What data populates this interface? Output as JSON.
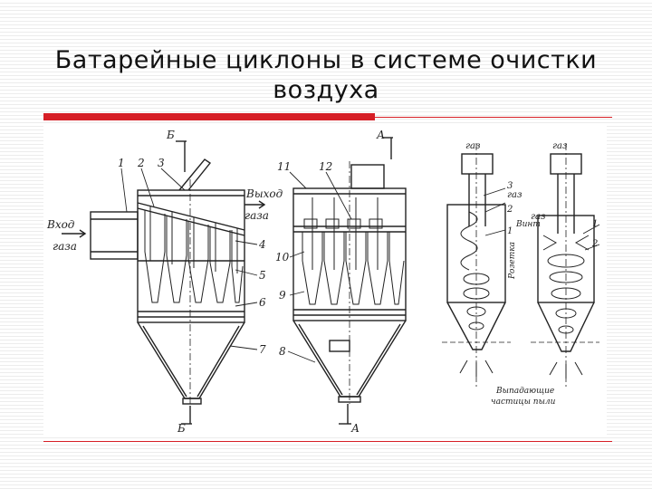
{
  "title_line1": "Батарейные циклоны в системе очистки",
  "title_line2": "воздуха",
  "colors": {
    "accent": "#d61f26",
    "ink": "#222222"
  },
  "diagram": {
    "section_marks": {
      "b": "Б",
      "a": "А"
    },
    "left_view": {
      "inlet_label_1": "Вход",
      "inlet_label_2": "газа",
      "outlet_label_1": "Выход",
      "outlet_label_2": "газа",
      "numbers": [
        "1",
        "2",
        "3",
        "4",
        "5",
        "6",
        "7"
      ]
    },
    "middle_view": {
      "numbers": [
        "11",
        "12",
        "10",
        "9",
        "8"
      ]
    },
    "right_view": {
      "gas_label": "газ",
      "variant_labels": [
        "Винт",
        "Розетка"
      ],
      "dust_label_1": "Выпадающие",
      "dust_label_2": "частицы пыли",
      "numbers": [
        "3",
        "2",
        "1",
        "1",
        "2"
      ]
    }
  }
}
